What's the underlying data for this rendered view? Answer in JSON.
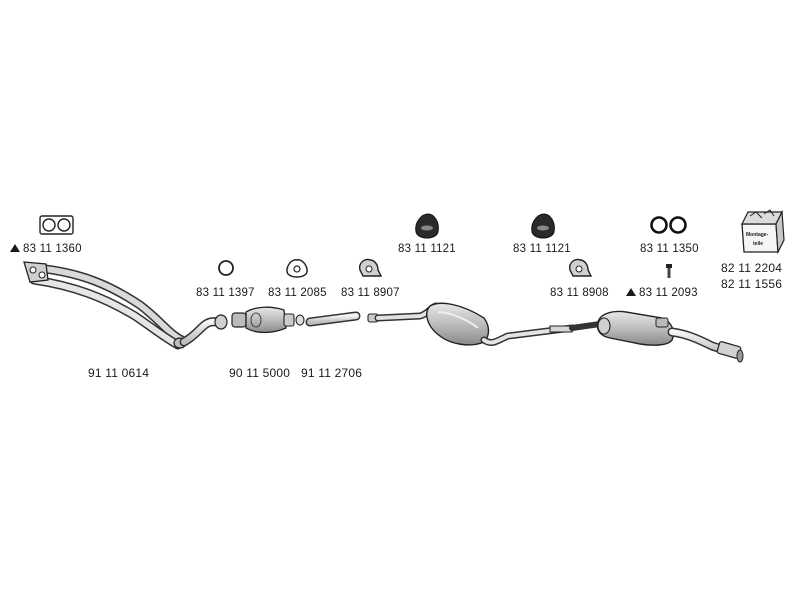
{
  "parts": {
    "gasket_front": "83 11 1360",
    "ring_1": "83 11 1397",
    "gasket_triangle": "83 11 2085",
    "clamp_1": "83 11 8907",
    "hanger_1": "83 11 1121",
    "hanger_2": "83 11 1121",
    "clamp_2": "83 11 8908",
    "rings_rear": "83 11 1350",
    "bolt_rear": "83 11 2093",
    "kit_1": "82 11 2204",
    "kit_2": "82 11 1556",
    "front_pipe": "91 11 0614",
    "catalyst": "90 11 5000",
    "mid_pipe": "91 11 2706"
  },
  "kit_box_text": [
    "Montage-",
    "teile"
  ]
}
